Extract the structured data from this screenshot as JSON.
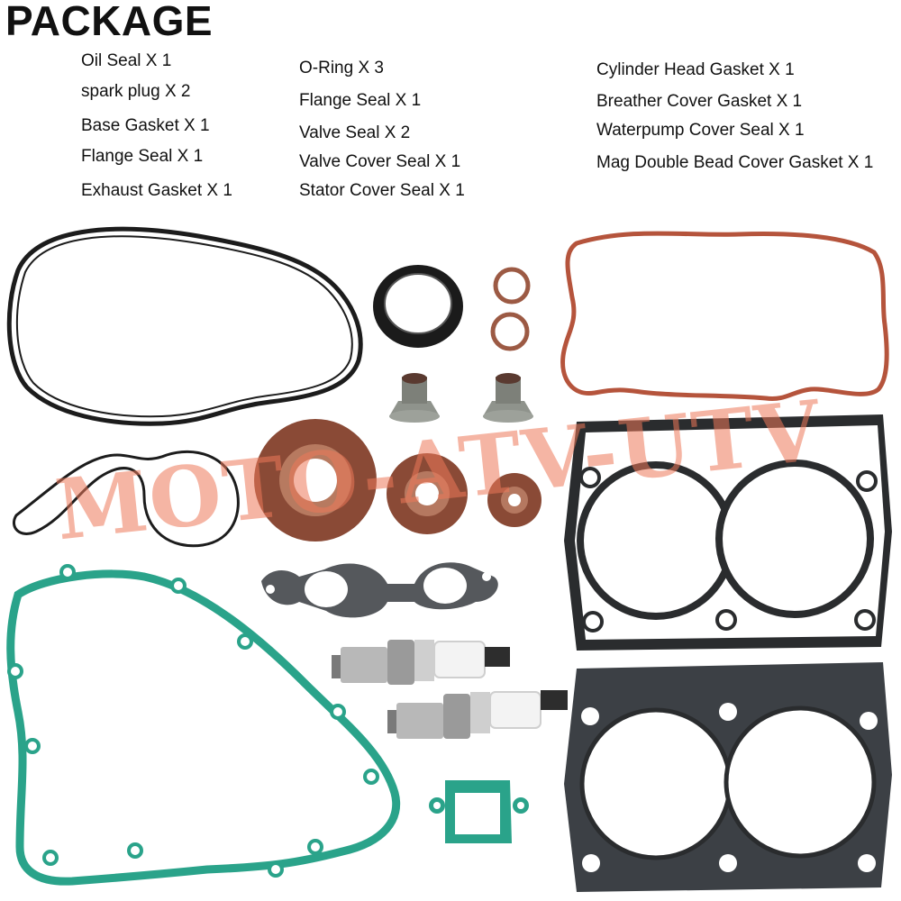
{
  "header": {
    "title": "PACKAGE"
  },
  "package_list": {
    "column1": [
      "Oil Seal X 1",
      "spark plug X 2",
      "Base Gasket X 1",
      "Flange Seal X 1",
      "Exhaust Gasket X 1"
    ],
    "column2": [
      "O-Ring X 3",
      "Flange Seal X 1",
      "Valve Seal X 2",
      "Valve Cover Seal X 1",
      "Stator Cover Seal X 1"
    ],
    "column3": [
      "Cylinder Head Gasket X 1",
      "Breather Cover Gasket X 1",
      "Waterpump Cover Seal X 1",
      "Mag Double Bead Cover Gasket X 1"
    ]
  },
  "watermark": {
    "text": "MOTO-ATV-UTV"
  },
  "colors": {
    "black_gasket": "#1c1c1c",
    "red_gasket": "#b5543c",
    "green_gasket": "#2aa38a",
    "seal_brown": "#8a4a36",
    "valve_grey": "#8f938c",
    "metal_gasket": "#3c4045"
  }
}
